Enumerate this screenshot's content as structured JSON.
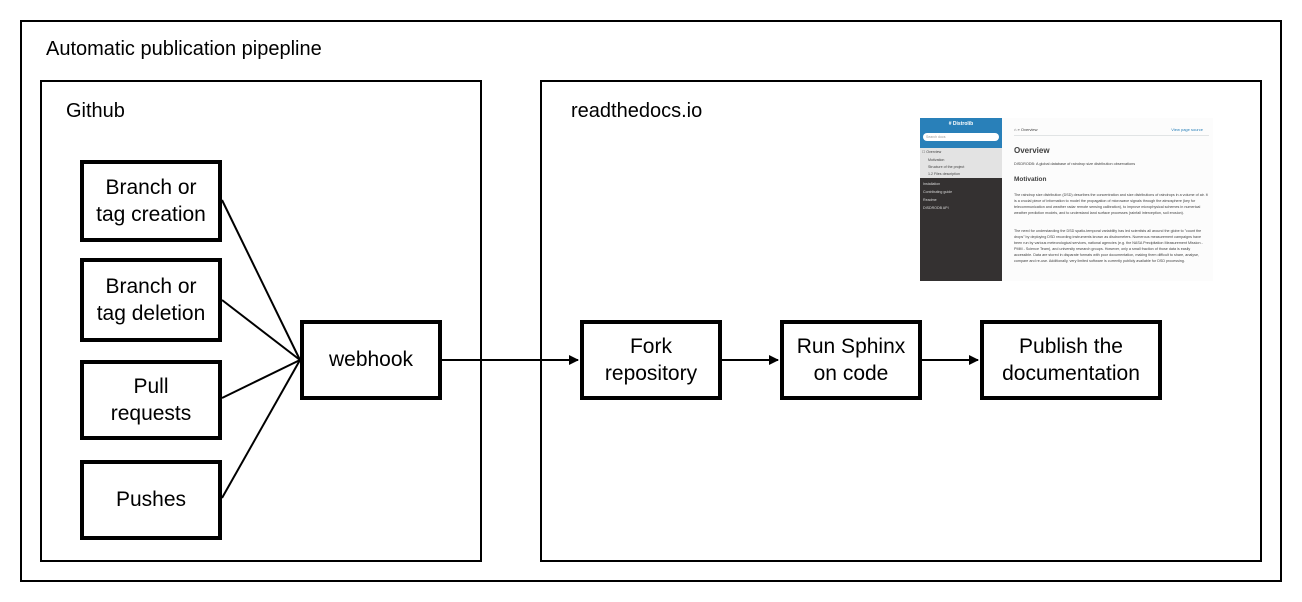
{
  "diagram": {
    "outer_title": "Automatic publication pipepline",
    "github_title": "Github",
    "rtd_title": "readthedocs.io",
    "triggers": [
      {
        "label": "Branch or\ntag creation"
      },
      {
        "label": "Branch or\ntag deletion"
      },
      {
        "label": "Pull\nrequests"
      },
      {
        "label": "Pushes"
      }
    ],
    "webhook": "webhook",
    "steps": [
      {
        "label": "Fork\nrepository"
      },
      {
        "label": "Run Sphinx\non code"
      },
      {
        "label": "Publish the\ndocumentation"
      }
    ]
  },
  "docs_thumbnail": {
    "brand": "# Distrolib",
    "search_placeholder": "Search docs",
    "nav": [
      "☐ Overview",
      "Motivation",
      "Structure of the project",
      "1.2 Files description",
      "Installation",
      "Contributing guide",
      "Readme",
      "DISDRODB API"
    ],
    "breadcrumb": "⌂ » Overview",
    "view_source": "View page source",
    "heading": "Overview",
    "subtitle": "DISDRODB: A global database of raindrop size distribution observations",
    "section": "Motivation",
    "para1": "The raindrop size distribution (DSD) describes the concentration and size distributions of raindrops in a volume of air. It is a crucial piece of information to model the propagation of microwave signals through the atmosphere (key for telecommunication and weather radar remote sensing calibration), to improve microphysical schemes in numerical weather prediction models, and to understand land surface processes (rainfall interception, soil erosion).",
    "para2": "The need for understanding the DSD spatio-temporal variability has led scientists all around the globe to \"count the drops\" by deploying DSD recording instruments known as disdrometers. Numerous measurement campaigns have been run by various meteorological services, national agencies (e.g. the NASA Precipitation Measurement Mission - PMM - Science Team), and university research groups. However, only a small fraction of those data is easily accessible. Data are stored in disparate formats with poor documentation, making them difficult to share, analyse, compare and re-use. Additionally, very limited software is currently publicly available for DSD processing."
  }
}
